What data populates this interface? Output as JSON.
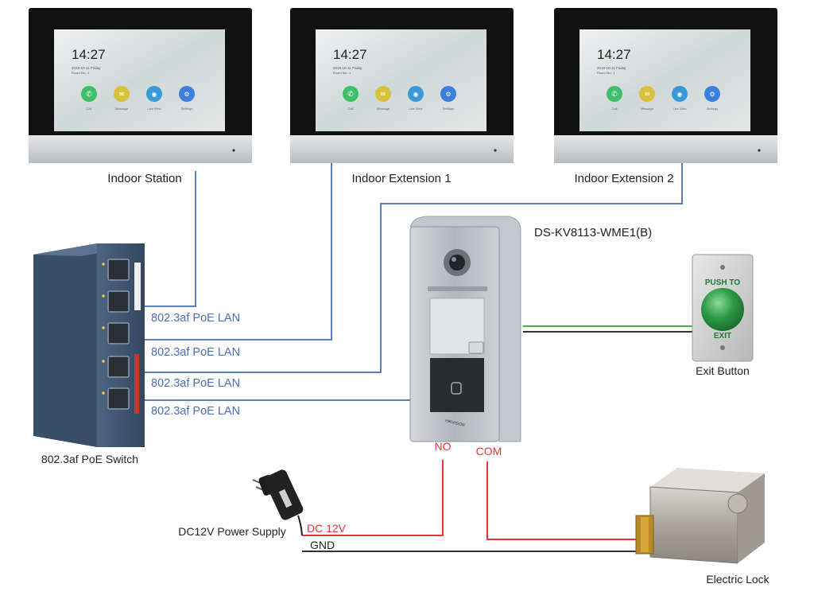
{
  "devices": {
    "monitor_1": {
      "label": "Indoor Station",
      "time": "14:27",
      "date": "2019-10-11  Friday",
      "room": "Room No.: 1"
    },
    "monitor_2": {
      "label": "Indoor Extension 1",
      "time": "14:27",
      "date": "2019-10-11  Friday",
      "room": "Room No.: 1"
    },
    "monitor_3": {
      "label": "Indoor Extension 2",
      "time": "14:27",
      "date": "2019-10-11  Friday",
      "room": "Room No.: 1"
    },
    "monitor_apps": [
      "Call",
      "Message",
      "Live View",
      "Settings"
    ],
    "switch": {
      "label": "802.3af PoE Switch"
    },
    "door_station": {
      "label": "DS-KV8113-WME1(B)",
      "brand": "HIKVISION"
    },
    "exit_button": {
      "label": "Exit Button",
      "text_top": "PUSH TO",
      "text_bottom": "EXIT"
    },
    "power_supply": {
      "label": "DC12V Power Supply"
    },
    "lock": {
      "label": "Electric Lock"
    }
  },
  "connections": {
    "lan_labels": [
      "802.3af PoE LAN",
      "802.3af PoE LAN",
      "802.3af PoE LAN",
      "802.3af PoE LAN"
    ],
    "no": "NO",
    "com": "COM",
    "dc12v": "DC 12V",
    "gnd": "GND"
  },
  "colors": {
    "lan_wire": "#5b7dbd",
    "red_wire": "#e5333a",
    "black_wire": "#333333",
    "green_wire": "#3cb54a",
    "monitor_bezel": "#111111",
    "monitor_bottom": "#c8cacc",
    "switch_body": "#3f5470",
    "door_station_body": "#b9bdc2"
  },
  "icons": {
    "call": "phone-icon",
    "message": "envelope-icon",
    "live_view": "camera-icon",
    "settings": "gear-icon"
  }
}
